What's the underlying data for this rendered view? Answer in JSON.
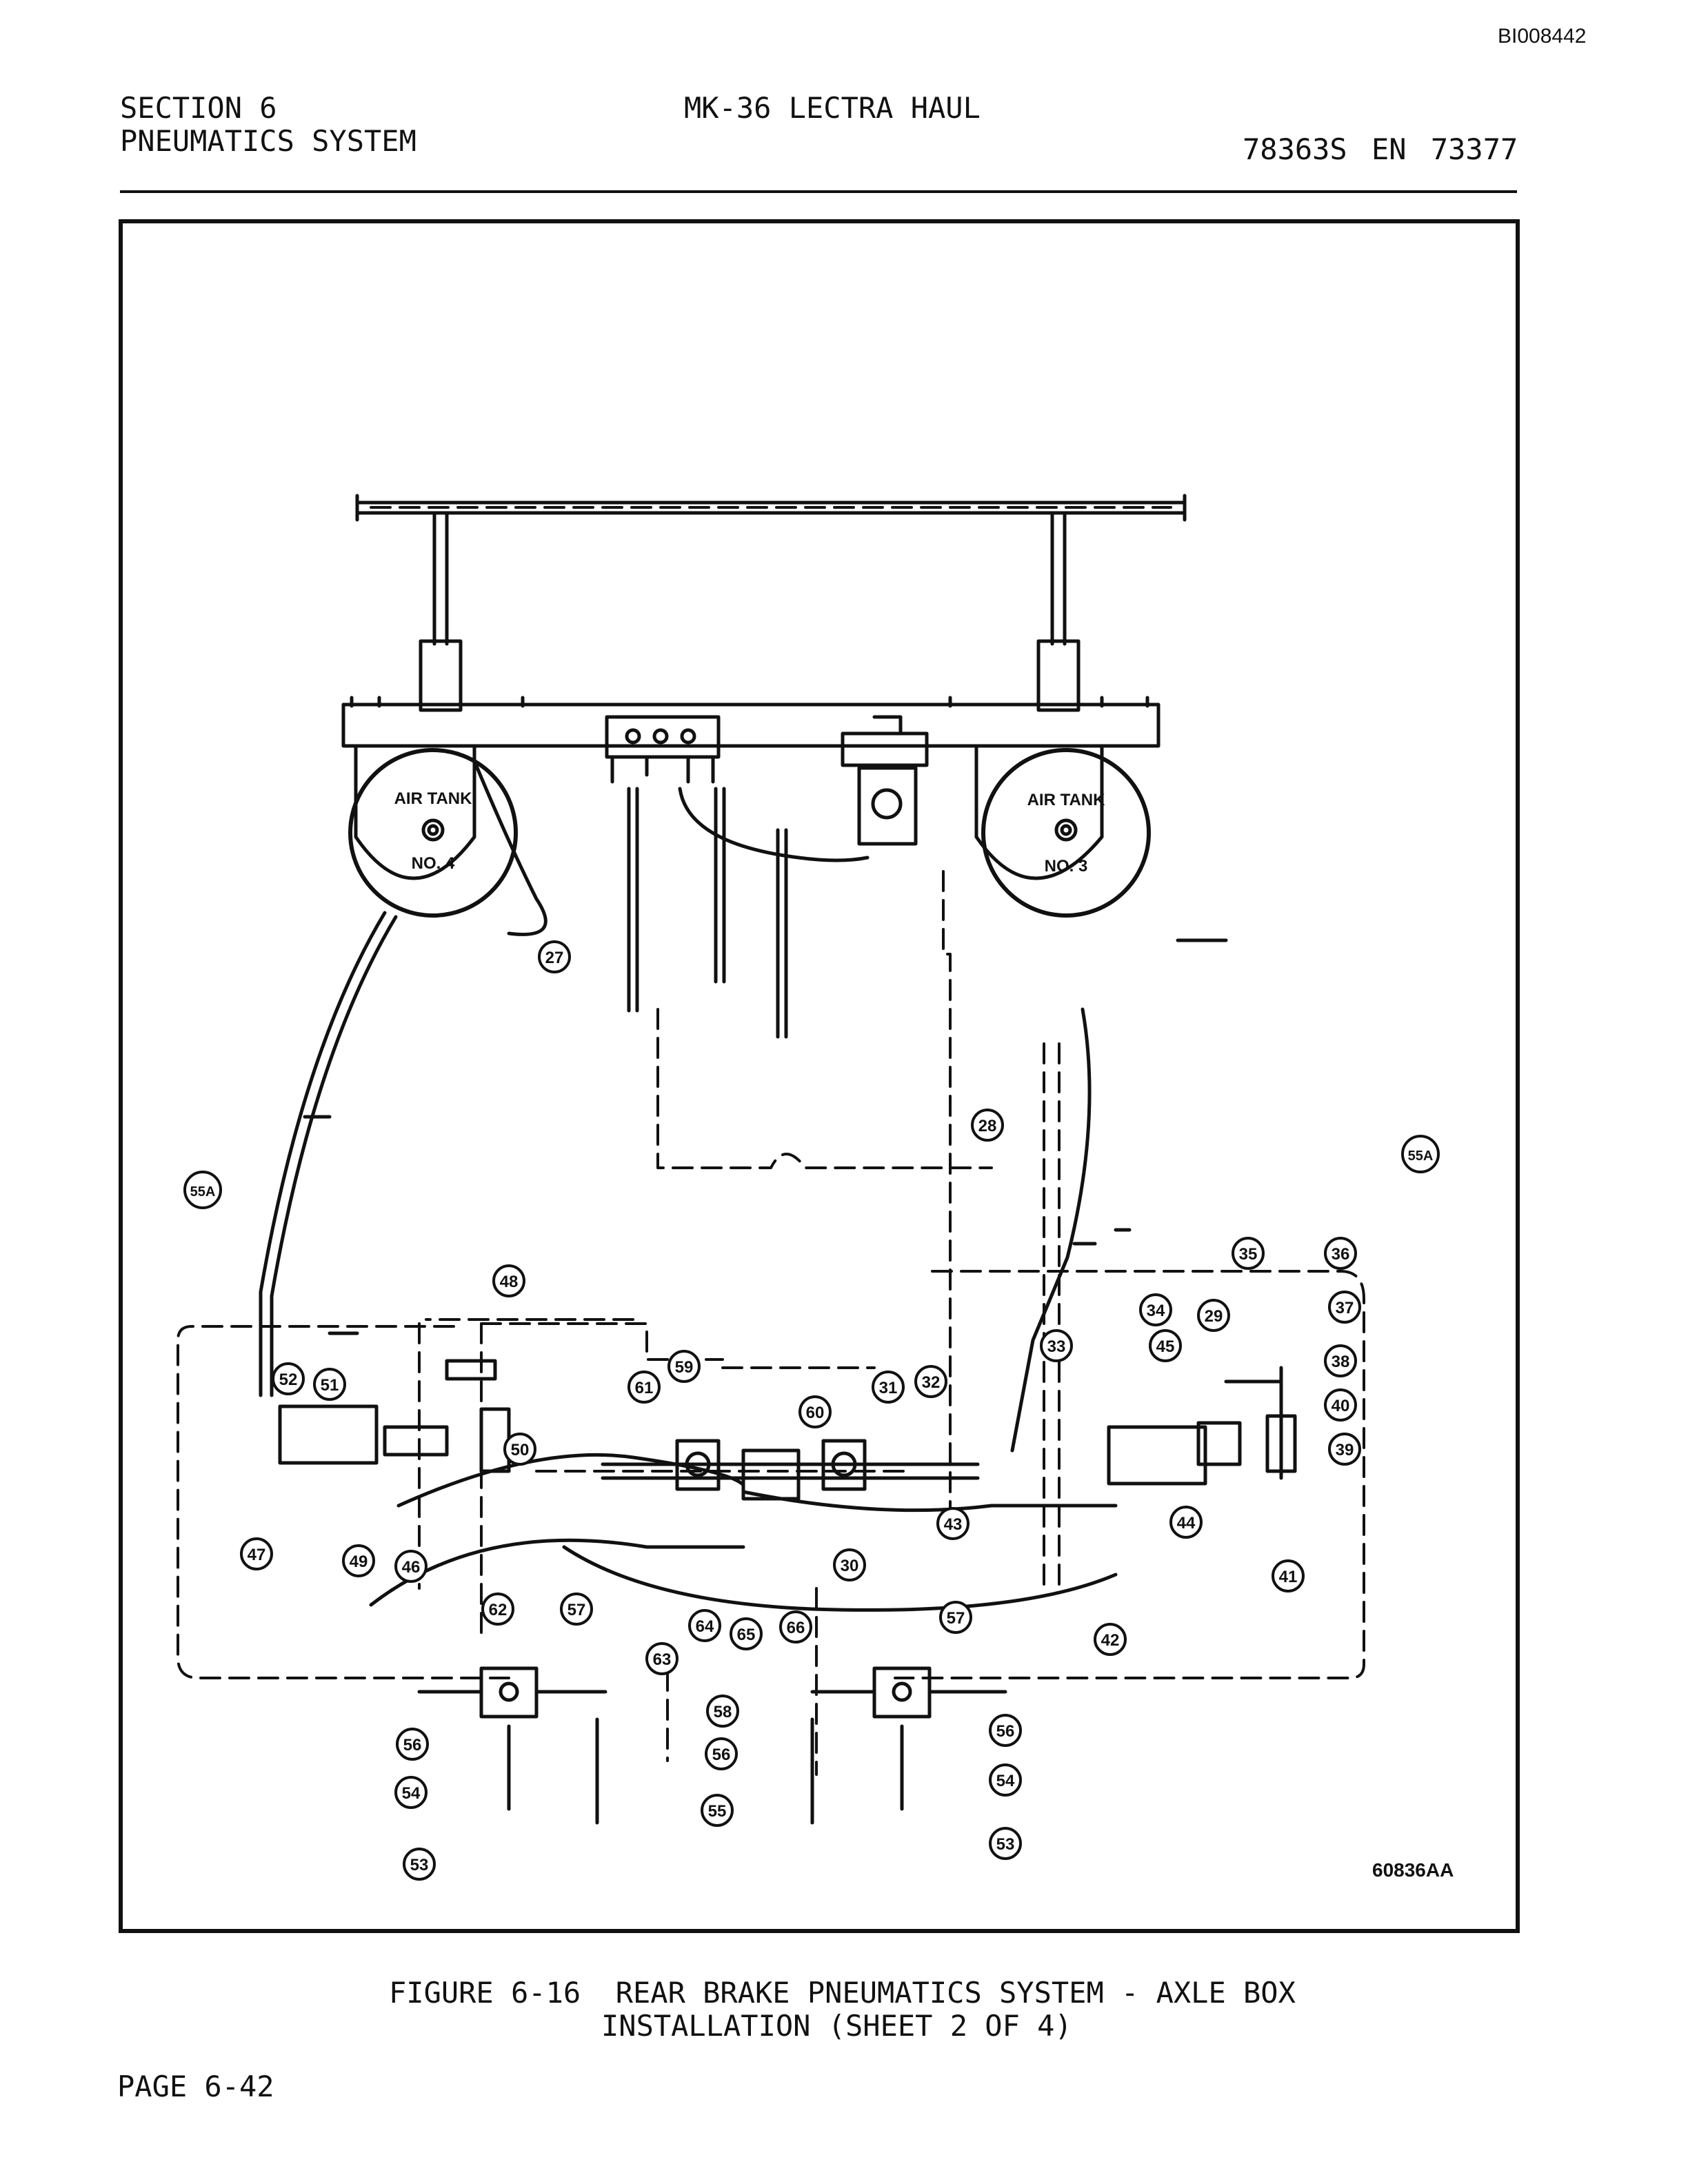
{
  "header": {
    "doc_id": "BI008442",
    "section_line1": "SECTION 6",
    "section_line2": "PNEUMATICS SYSTEM",
    "model": "MK-36 LECTRA HAUL",
    "doc_numbers": "78363S  EN 73377"
  },
  "figure": {
    "tank_left": {
      "title": "AIR TANK",
      "number": "NO. 4"
    },
    "tank_right": {
      "title": "AIR TANK",
      "number": "NO. 3"
    },
    "callouts": [
      "27",
      "28",
      "29",
      "30",
      "31",
      "32",
      "33",
      "34",
      "35",
      "36",
      "37",
      "38",
      "39",
      "40",
      "41",
      "42",
      "43",
      "44",
      "45",
      "46",
      "47",
      "48",
      "49",
      "50",
      "51",
      "52",
      "53",
      "54",
      "55",
      "55A",
      "56",
      "57",
      "58",
      "59",
      "60",
      "61",
      "62",
      "63",
      "64",
      "65",
      "66"
    ],
    "drawing_number": "60836AA"
  },
  "caption": {
    "line1": "FIGURE 6-16  REAR BRAKE PNEUMATICS SYSTEM - AXLE BOX",
    "line2": "INSTALLATION (SHEET 2 OF 4)"
  },
  "footer": {
    "page": "PAGE 6-42"
  }
}
